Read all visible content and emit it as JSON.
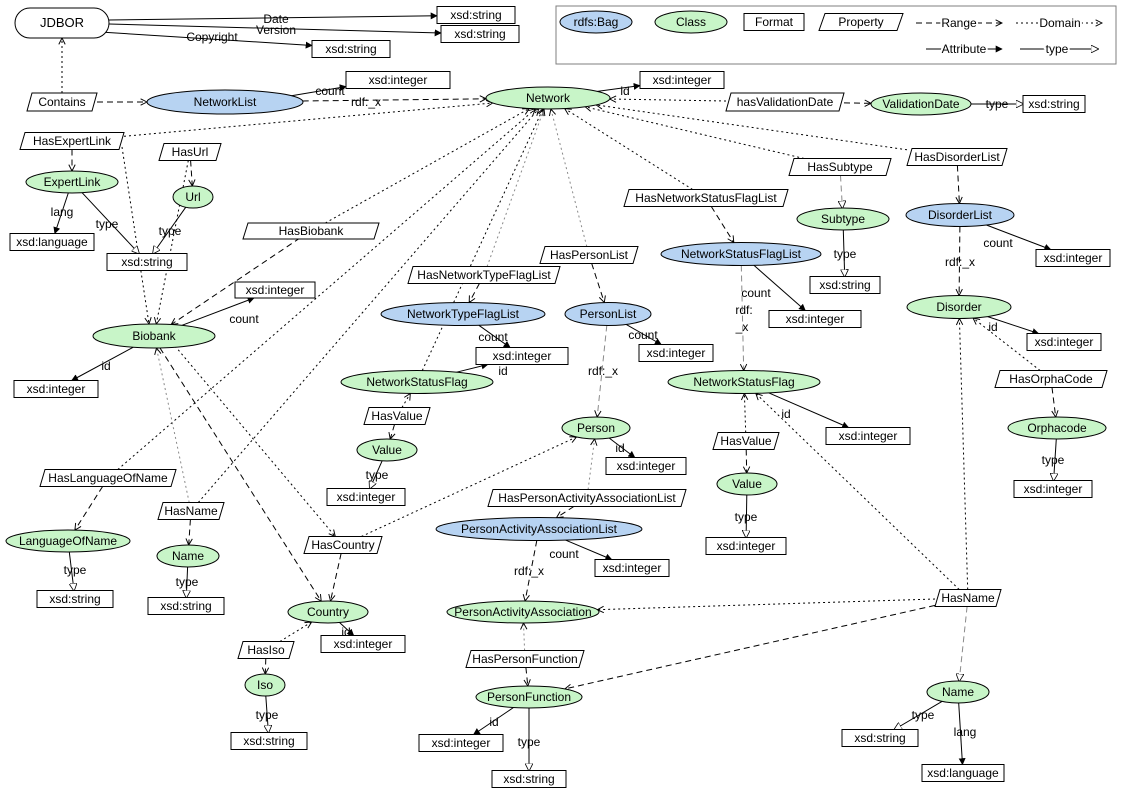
{
  "colors": {
    "bag_fill": "#b7d3f2",
    "class_fill": "#c8f5c8",
    "stroke": "#000000",
    "legend_border": "#7f7f7f"
  },
  "legend": {
    "bag": "rdfs:Bag",
    "class": "Class",
    "format": "Format",
    "property": "Property",
    "range": "Range",
    "domain": "Domain",
    "attribute": "Attribute",
    "type": "type"
  },
  "nodes": {
    "jdbor": "JDBOR",
    "contains": "Contains",
    "networklist": "NetworkList",
    "network": "Network",
    "validationdate": "ValidationDate",
    "hasvalidationdate": "hasValidationDate",
    "hasexpertlink": "HasExpertLink",
    "hasurl": "HasUrl",
    "expertlink": "ExpertLink",
    "url": "Url",
    "hasbiobank": "HasBiobank",
    "biobank": "Biobank",
    "hassubtype": "HasSubtype",
    "subtype": "Subtype",
    "hasdisorderlist": "HasDisorderList",
    "disorderlist": "DisorderList",
    "disorder": "Disorder",
    "hasorphacode": "HasOrphaCode",
    "orphacode": "Orphacode",
    "hasnetworkstatusflaglist": "HasNetworkStatusFlagList",
    "networkstatusflaglist": "NetworkStatusFlagList",
    "networkstatusflag_r": "NetworkStatusFlag",
    "hasvalue_r": "HasValue",
    "value_r": "Value",
    "haspersonlist": "HasPersonList",
    "personlist": "PersonList",
    "person": "Person",
    "hasnetworktypeflaglist": "HasNetworkTypeFlagList",
    "networktypeflaglist": "NetworkTypeFlagList",
    "networkstatusflag_l": "NetworkStatusFlag",
    "hasvalue_l": "HasValue",
    "value_l": "Value",
    "haslanguageofname": "HasLanguageOfName",
    "languageofname": "LanguageOfName",
    "hasname_l": "HasName",
    "name_l": "Name",
    "hascountry": "HasCountry",
    "country": "Country",
    "hasiso": "HasIso",
    "iso": "Iso",
    "haspersonactivityassociationlist": "HasPersonActivityAssociationList",
    "personactivityassociationlist": "PersonActivityAssociationList",
    "personactivityassociation": "PersonActivityAssociation",
    "haspersonfunction": "HasPersonFunction",
    "personfunction": "PersonFunction",
    "hasname_r": "HasName",
    "name_r": "Name"
  },
  "formats": {
    "f_date": "xsd:string",
    "f_version": "xsd:string",
    "f_copyright": "xsd:string",
    "f_nl_count": "xsd:integer",
    "f_net_id": "xsd:integer",
    "f_vd": "xsd:string",
    "f_el_lang": "xsd:language",
    "f_url": "xsd:string",
    "f_bio_count": "xsd:integer",
    "f_bio_id": "xsd:integer",
    "f_dl_count": "xsd:integer",
    "f_sub": "xsd:string",
    "f_dis_id": "xsd:integer",
    "f_orpha": "xsd:integer",
    "f_nsfl_count": "xsd:integer",
    "f_nsfr_id": "xsd:integer",
    "f_val_r": "xsd:integer",
    "f_pl_count": "xsd:integer",
    "f_person_id": "xsd:integer",
    "f_ntfl_count": "xsd:integer",
    "f_val_l": "xsd:integer",
    "f_lon": "xsd:string",
    "f_name_l": "xsd:string",
    "f_country_id": "xsd:integer",
    "f_iso": "xsd:string",
    "f_paal_count": "xsd:integer",
    "f_pf_id": "xsd:integer",
    "f_pf_type": "xsd:string",
    "f_name_r_type": "xsd:string",
    "f_name_r_lang": "xsd:language"
  },
  "edge_labels": {
    "e_date": "Date",
    "e_version": "Version",
    "e_copyright": "Copyright",
    "e_nl_count": "count",
    "e_nl_rdf": "rdf:_x",
    "e_net_id": "id",
    "e_vd_type": "type",
    "e_el_lang": "lang",
    "e_el_type": "type",
    "e_url_type": "type",
    "e_bio_count": "count",
    "e_bio_id": "id",
    "e_sub_type": "type",
    "e_dl_count": "count",
    "e_dl_rdf": "rdf:_x",
    "e_dis_id": "id",
    "e_orpha_type": "type",
    "e_nsfl_count": "count",
    "e_nsfl_rdf": "rdf:",
    "e_nsfl_rdf2": "_x",
    "e_nsfr_id": "id",
    "e_val_r_type": "type",
    "e_pl_count": "count",
    "e_pl_rdf": "rdf:_x",
    "e_person_id": "id",
    "e_ntfl_count": "count",
    "e_nsfl_l_id": "id",
    "e_val_l_type": "type",
    "e_lon_type": "type",
    "e_name_l_type": "type",
    "e_country_id": "id",
    "e_iso_type": "type",
    "e_paal_count": "count",
    "e_paal_rdf": "rdf:_x",
    "e_pf_id": "id",
    "e_pf_type": "type",
    "e_name_r_type": "type",
    "e_name_r_lang": "lang"
  }
}
